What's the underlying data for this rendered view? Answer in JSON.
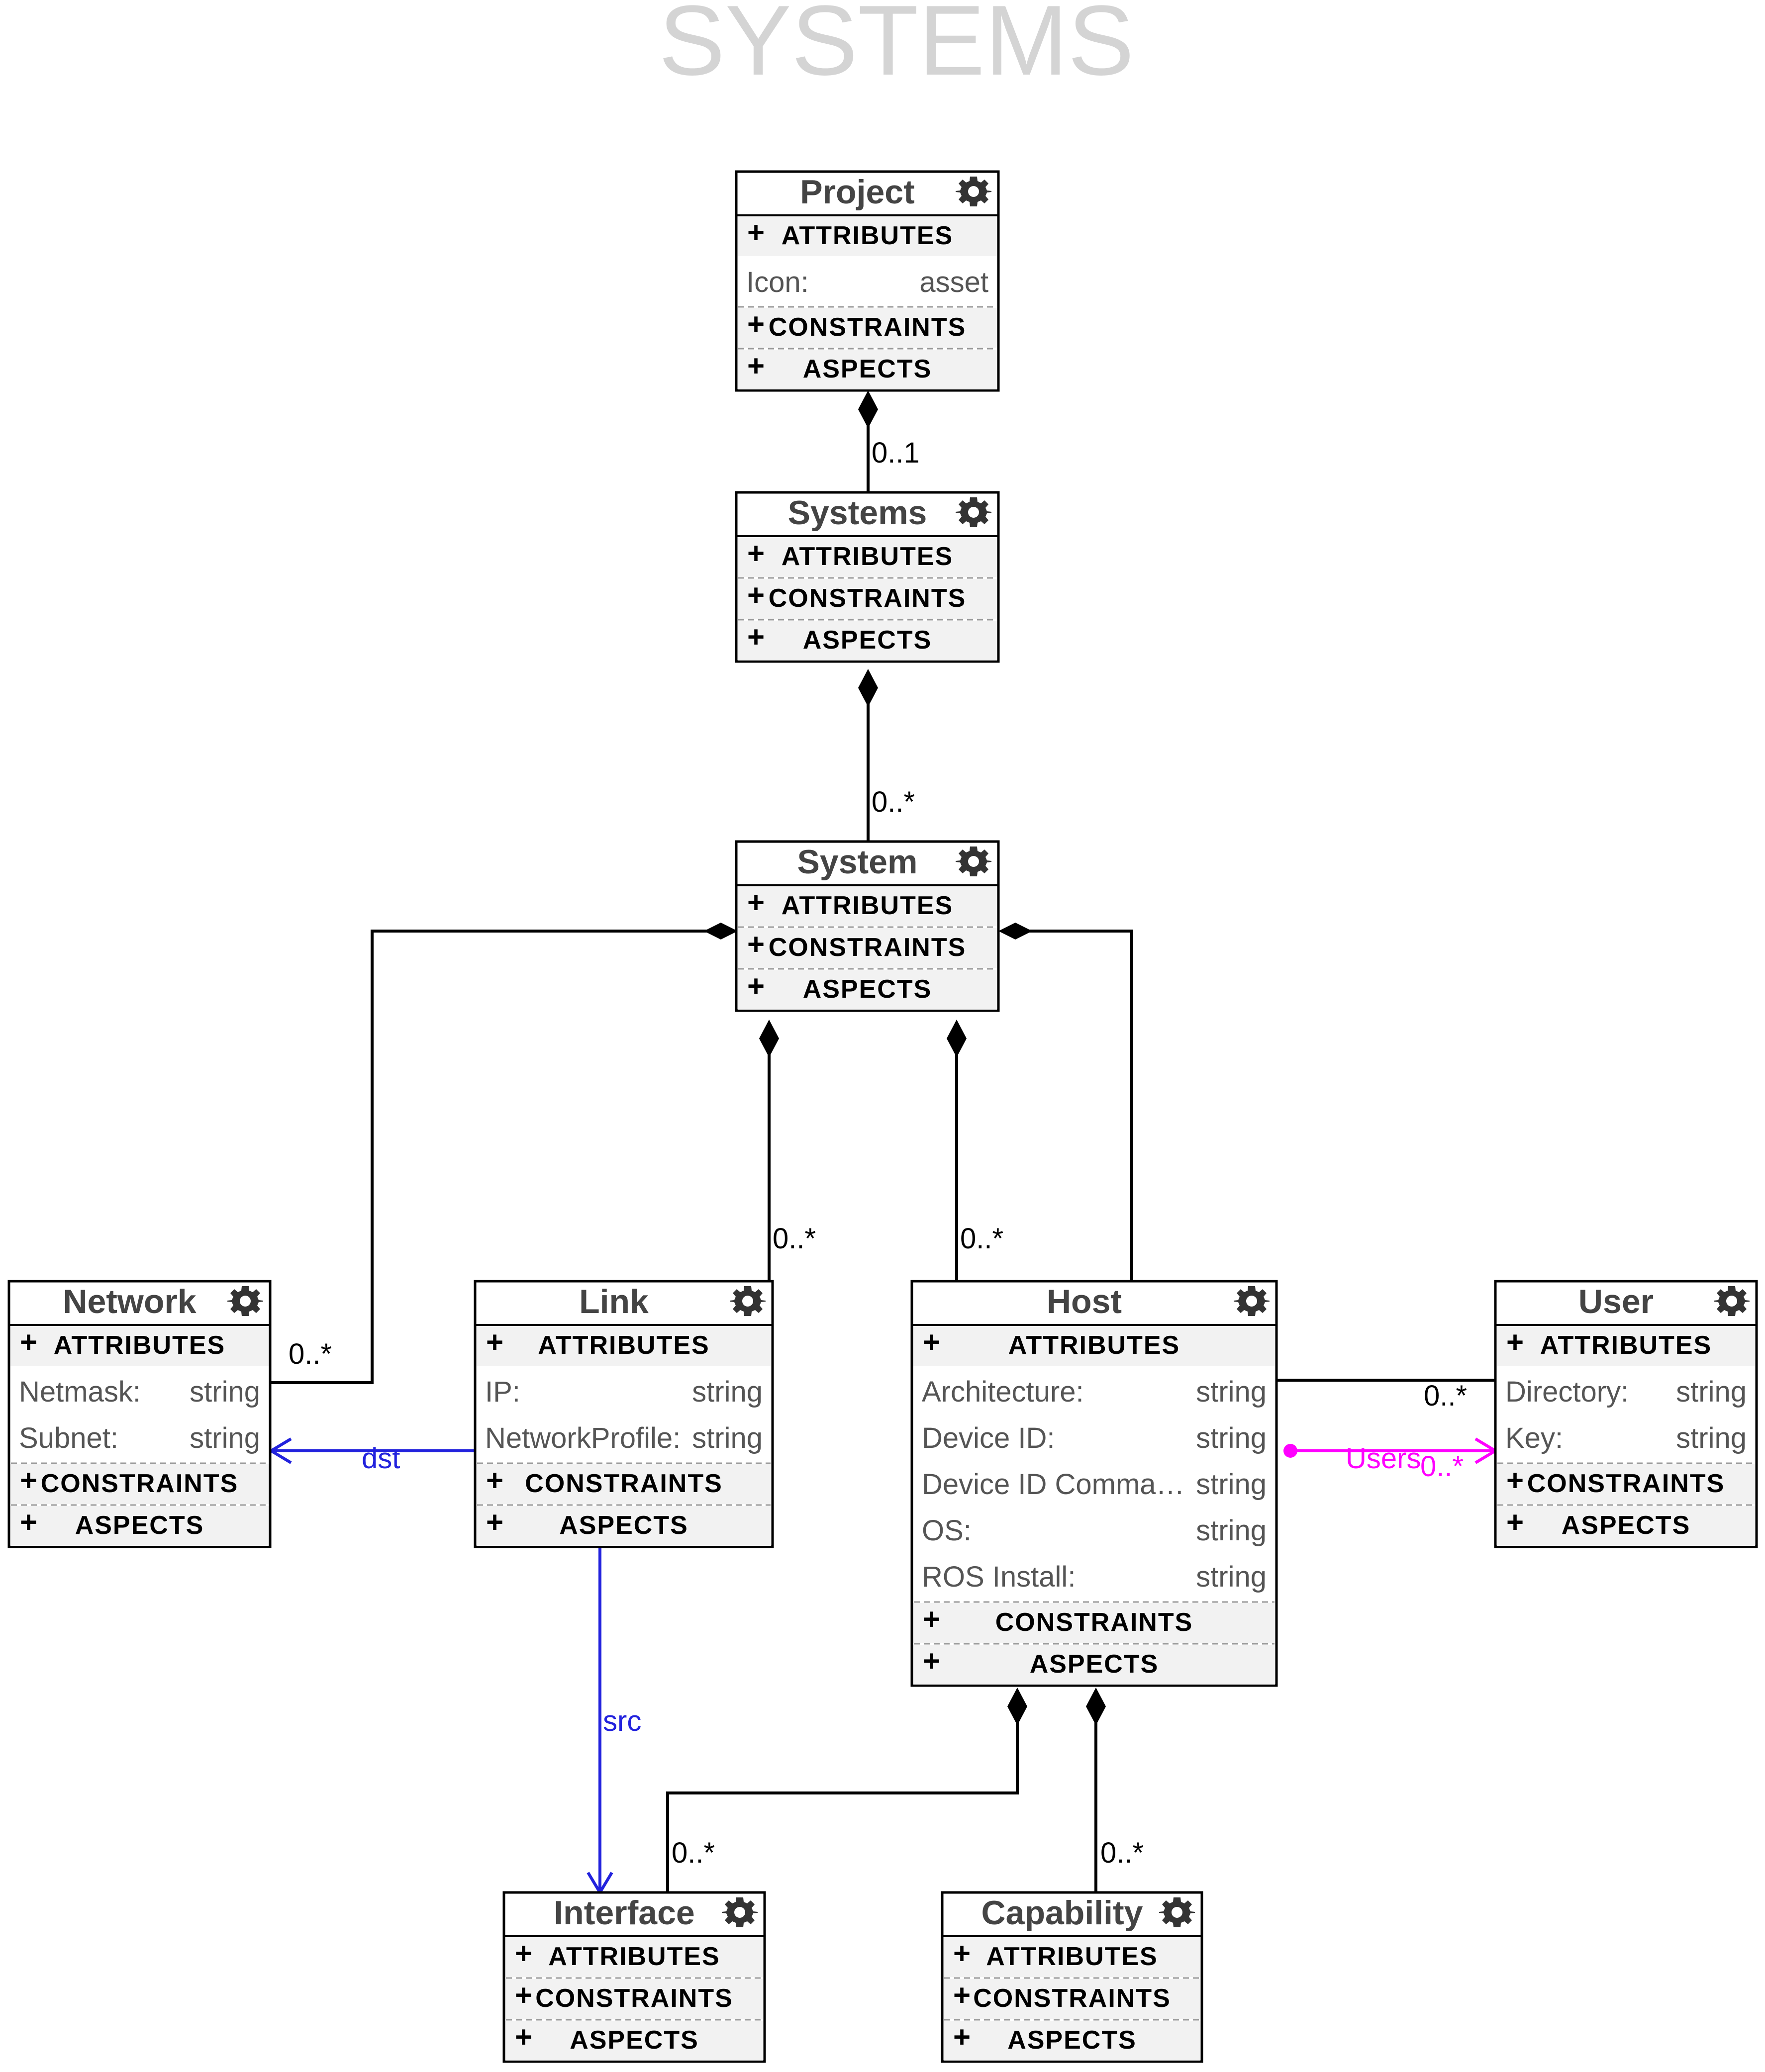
{
  "title": "SYSTEMS",
  "colors": {
    "title": "#d4d4d4",
    "src_dst_pointer": "#2222dd",
    "users_set": "#ff00ff",
    "section_fill": "#f2f2f2"
  },
  "sections": {
    "attributes": "ATTRIBUTES",
    "constraints": "CONSTRAINTS",
    "aspects": "ASPECTS",
    "plus": "+"
  },
  "icons": {
    "meta": "gear-icon"
  },
  "classes": {
    "project": {
      "name": "Project",
      "attributes": [
        {
          "name": "Icon:",
          "value": "asset"
        }
      ]
    },
    "systems": {
      "name": "Systems",
      "attributes": []
    },
    "system": {
      "name": "System",
      "attributes": []
    },
    "network": {
      "name": "Network",
      "attributes": [
        {
          "name": "Netmask:",
          "value": "string"
        },
        {
          "name": "Subnet:",
          "value": "string"
        }
      ]
    },
    "link": {
      "name": "Link",
      "attributes": [
        {
          "name": "IP:",
          "value": "string"
        },
        {
          "name": "NetworkProfile:",
          "value": "string"
        }
      ]
    },
    "host": {
      "name": "Host",
      "attributes": [
        {
          "name": "Architecture:",
          "value": "string"
        },
        {
          "name": "Device ID:",
          "value": "string"
        },
        {
          "name": "Device ID Comma…",
          "value": "string"
        },
        {
          "name": "OS:",
          "value": "string"
        },
        {
          "name": "ROS Install:",
          "value": "string"
        }
      ]
    },
    "user": {
      "name": "User",
      "attributes": [
        {
          "name": "Directory:",
          "value": "string"
        },
        {
          "name": "Key:",
          "value": "string"
        }
      ]
    },
    "interface": {
      "name": "Interface",
      "attributes": []
    },
    "capability": {
      "name": "Capability",
      "attributes": []
    }
  },
  "edges": {
    "project_systems": "0..1",
    "systems_system": "0..*",
    "system_network": "0..*",
    "system_link": "0..*",
    "system_host": "0..*",
    "host_user": "0..*",
    "host_interface": "0..*",
    "host_capability": "0..*",
    "dst_label": "dst",
    "src_label": "src",
    "users_label": "Users",
    "users_mult": "0..*"
  }
}
